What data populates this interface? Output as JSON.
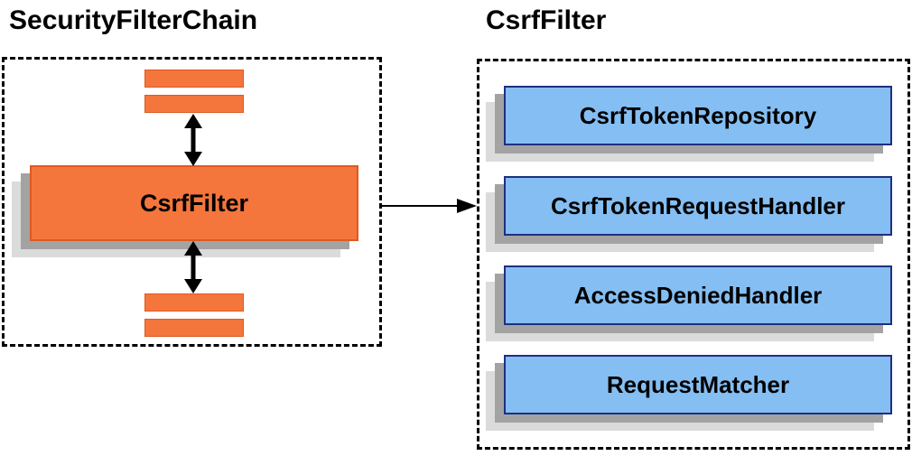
{
  "left_panel": {
    "title": "SecurityFilterChain",
    "filter_label": "CsrfFilter"
  },
  "right_panel": {
    "title": "CsrfFilter",
    "components": [
      "CsrfTokenRepository",
      "CsrfTokenRequestHandler",
      "AccessDeniedHandler",
      "RequestMatcher"
    ]
  },
  "icons": {
    "bidirectional_arrow": "double-headed-vertical-arrow",
    "flow_arrow": "right-arrow"
  },
  "colors": {
    "orange_fill": "#F4763C",
    "orange_border": "#DD5A20",
    "blue_fill": "#85BEF2",
    "blue_border": "#1F2F80",
    "shadow_dark": "#A3A3A3",
    "shadow_light": "#DBDBDB",
    "arrow": "#000000",
    "text": "#000000"
  }
}
